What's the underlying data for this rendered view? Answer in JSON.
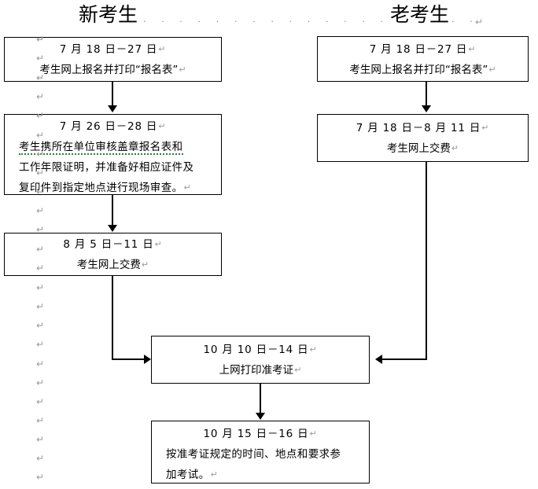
{
  "headings": {
    "new_candidates": "新考生",
    "old_candidates": "老考生",
    "leader_dots": "· · · · · · · · · · · · · · · · · · · · · · · · · · · · · · · · · · · ·",
    "leader_dots_tail": "· ·",
    "paragraph_mark": "↵"
  },
  "nodes": {
    "new_step1": {
      "date": "7 月 18 日－27 日",
      "text": "考生网上报名并打印“报名表”"
    },
    "new_step2": {
      "date": "7 月 26 日－28 日",
      "text_a": "考生携所在单位审核盖章报名表和",
      "text_b": "工作年限证明，并准备好相应证件及",
      "text_c": "复印件到指定地点进行现场审查。",
      "misspelled_fragment": "携所"
    },
    "new_step3": {
      "date": "8 月 5 日－11 日",
      "text": "考生网上交费"
    },
    "old_step1": {
      "date": "7 月 18 日－27 日",
      "text": "考生网上报名并打印“报名表”"
    },
    "old_step2": {
      "date": "7 月 18 日－8 月 11 日",
      "text": "考生网上交费"
    },
    "merge_step": {
      "date": "10 月 10 日－14 日",
      "text": "上网打印准考证"
    },
    "final_step": {
      "date": "10 月 15 日－16 日",
      "text_a": "按准考证规定的时间、地点和要求参",
      "text_b": "加考试。"
    }
  },
  "colors": {
    "ink": "#000000",
    "paper": "#ffffff",
    "mark_gray": "#9a9a9a",
    "spellcheck_green": "#2e7d32"
  },
  "editor_marks": {
    "pilcrow": "↵"
  }
}
